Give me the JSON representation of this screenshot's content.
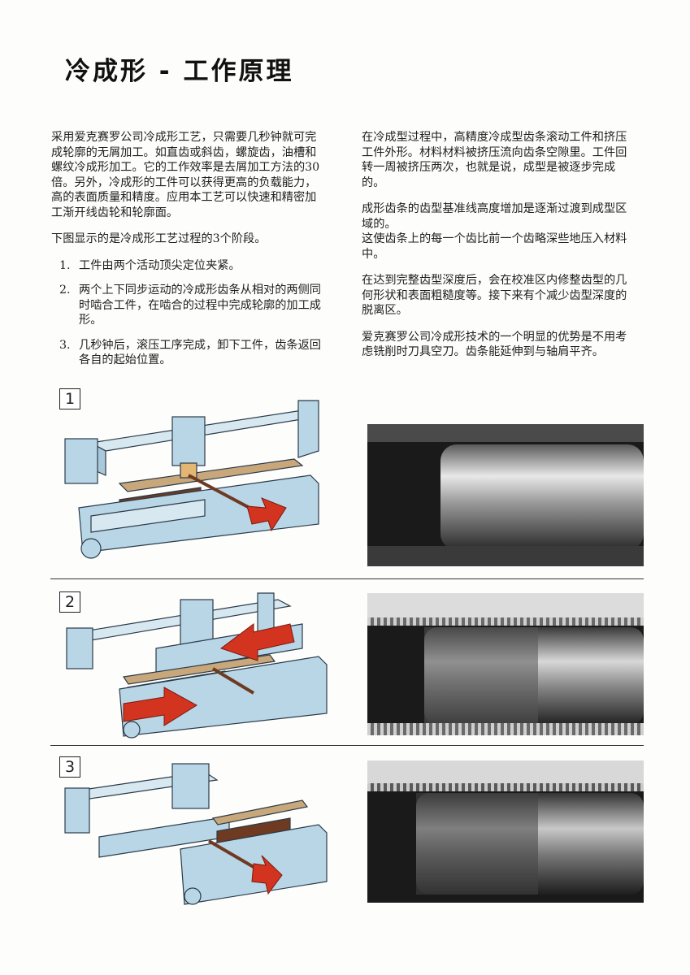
{
  "title": "冷成形 - 工作原理",
  "left_column": {
    "intro": "采用爱克赛罗公司冷成形工艺，只需要几秒钟就可完成轮廓的无屑加工。如直齿或斜齿，螺旋齿，油槽和螺纹冷成形加工。它的工作效率是去屑加工方法的30倍。另外，冷成形的工件可以获得更高的负载能力，高的表面质量和精度。应用本工艺可以快速和精密加工渐开线齿轮和轮廓面。",
    "stages_intro": "下图显示的是冷成形工艺过程的3个阶段。",
    "steps": [
      {
        "num": "1.",
        "text": "工件由两个活动顶尖定位夹紧。"
      },
      {
        "num": "2.",
        "text": "两个上下同步运动的冷成形齿条从相对的两侧同时啮合工件，在啮合的过程中完成轮廓的加工成形。"
      },
      {
        "num": "3.",
        "text": "几秒钟后，滚压工序完成，卸下工件，齿条返回各自的起始位置。"
      }
    ]
  },
  "right_column": {
    "p1": "在冷成型过程中，高精度冷成型齿条滚动工件和挤压工件外形。材料材料被挤压流向齿条空隙里。工件回转一周被挤压两次，也就是说，成型是被逐步完成的。",
    "p2a": "成形齿条的齿型基准线高度增加是逐渐过渡到成型区域的。",
    "p2b": "这使齿条上的每一个齿比前一个齿略深些地压入材料中。",
    "p3": "在达到完整齿型深度后，会在校准区内修整齿型的几何形状和表面粗糙度等。接下来有个减少齿型深度的脱离区。",
    "p4": "爱克赛罗公司冷成形技术的一个明显的优势是不用考虑铣削时刀具空刀。齿条能延伸到与轴肩平齐。"
  },
  "stage_labels": [
    "1",
    "2",
    "3"
  ],
  "colors": {
    "machine_body": "#b9d6e6",
    "machine_edge": "#2a3a48",
    "rack_brown": "#6e3a22",
    "rack_tan": "#c8a77a",
    "arrow_red": "#d3341f",
    "photo_dark": "#1a1a1a"
  }
}
